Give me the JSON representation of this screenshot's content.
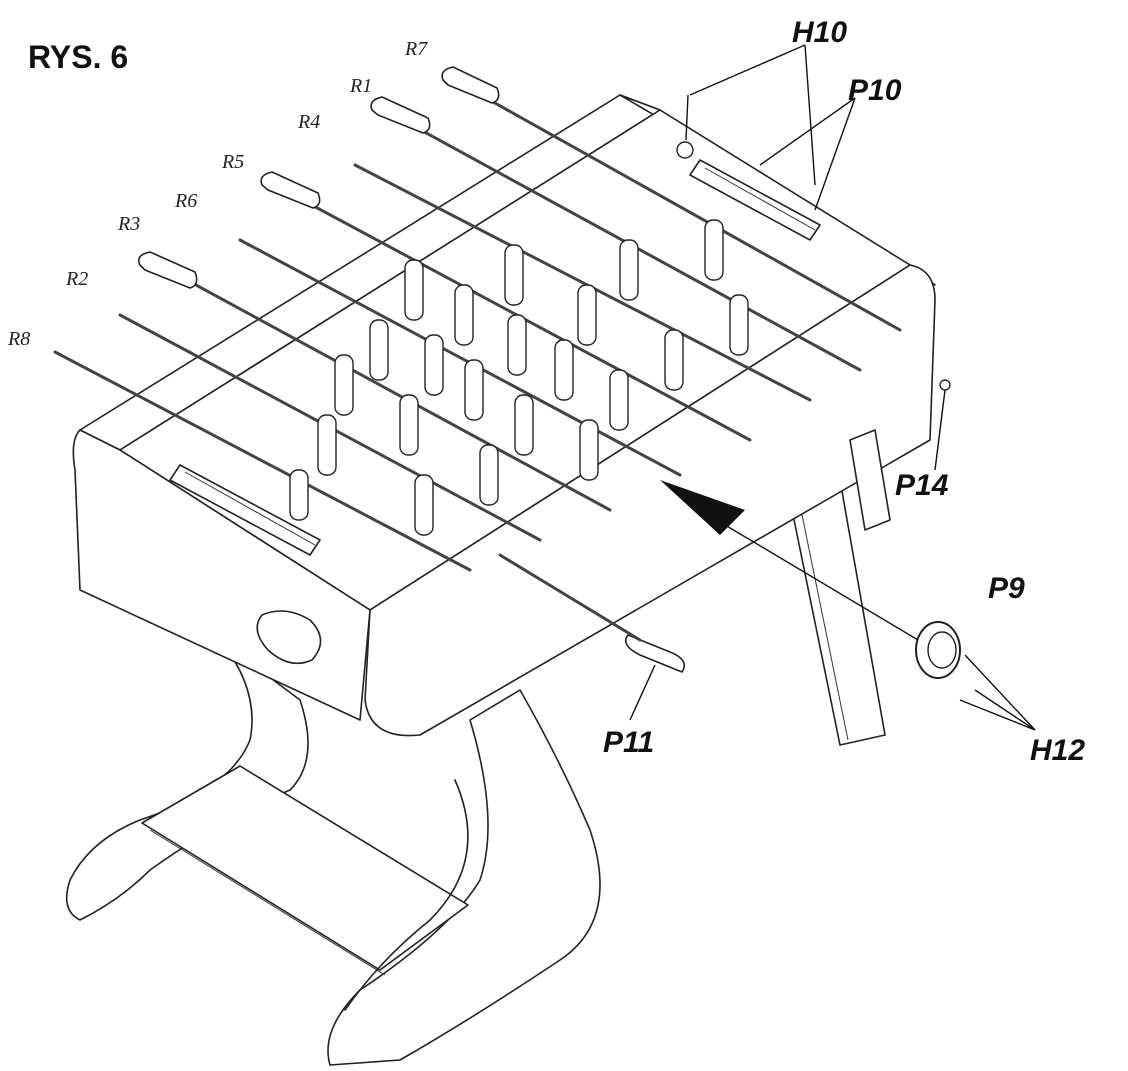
{
  "figure": {
    "title": "RYS. 6"
  },
  "rod_labels": [
    {
      "id": "R7",
      "text": "R7"
    },
    {
      "id": "R1",
      "text": "R1"
    },
    {
      "id": "R4",
      "text": "R4"
    },
    {
      "id": "R5",
      "text": "R5"
    },
    {
      "id": "R6",
      "text": "R6"
    },
    {
      "id": "R3",
      "text": "R3"
    },
    {
      "id": "R2",
      "text": "R2"
    },
    {
      "id": "R8",
      "text": "R8"
    }
  ],
  "part_labels": [
    {
      "id": "H10",
      "text": "H10"
    },
    {
      "id": "P10",
      "text": "P10"
    },
    {
      "id": "P14",
      "text": "P14"
    },
    {
      "id": "P9",
      "text": "P9"
    },
    {
      "id": "H12",
      "text": "H12"
    },
    {
      "id": "P11",
      "text": "P11"
    }
  ],
  "colors": {
    "line": "#222222",
    "background": "#ffffff"
  }
}
